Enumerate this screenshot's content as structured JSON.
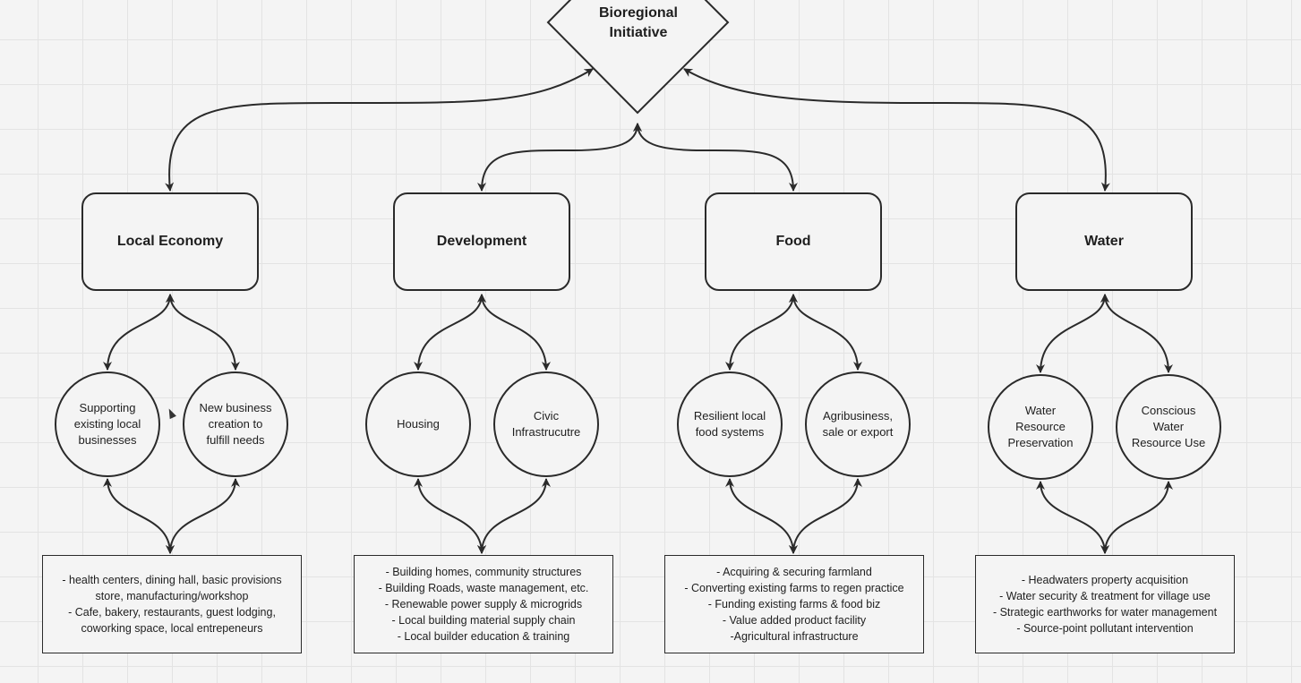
{
  "root": {
    "line1": "Bioregional",
    "line2": "Initiative"
  },
  "pillars": [
    {
      "title": "Local Economy",
      "subs": [
        [
          "Supporting",
          "existing local",
          "businesses"
        ],
        [
          "New business",
          "creation to",
          "fulfill needs"
        ]
      ],
      "details": [
        "- health centers, dining hall, basic provisions",
        "store, manufacturing/workshop",
        "- Cafe, bakery, restaurants, guest lodging,",
        "coworking space, local entrepeneurs"
      ]
    },
    {
      "title": "Development",
      "subs": [
        [
          "Housing"
        ],
        [
          "Civic",
          "Infrastrucutre"
        ]
      ],
      "details": [
        "- Building homes, community structures",
        "- Building Roads, waste management, etc.",
        "- Renewable power supply & microgrids",
        "- Local building material supply chain",
        "- Local builder education & training"
      ]
    },
    {
      "title": "Food",
      "subs": [
        [
          "Resilient local",
          "food systems"
        ],
        [
          "Agribusiness,",
          "sale or export"
        ]
      ],
      "details": [
        "- Acquiring & securing farmland",
        "- Converting existing farms to regen practice",
        "- Funding existing farms & food biz",
        "- Value added product facility",
        "-Agricultural infrastructure"
      ]
    },
    {
      "title": "Water",
      "subs": [
        [
          "Water",
          "Resource",
          "Preservation"
        ],
        [
          "Conscious",
          "Water",
          "Resource Use"
        ]
      ],
      "details": [
        "- Headwaters property acquisition",
        "- Water security & treatment for village use",
        "- Strategic earthworks for water management",
        "- Source-point pollutant intervention"
      ]
    }
  ]
}
